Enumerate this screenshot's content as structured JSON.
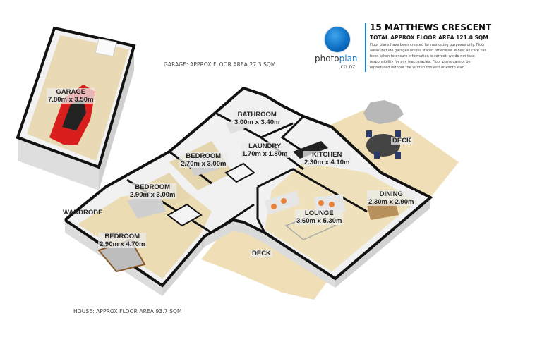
{
  "header": {
    "title": "15 MATTHEWS CRESCENT",
    "subtitle": "TOTAL APPROX FLOOR AREA 121.0 SQM",
    "disclaimer": "Floor plans have been created for marketing purposes only. Floor areas include garages unless stated otherwise. Whilst all care has been taken to ensure information is correct, we do not take responsibility for any inaccuracies. Floor plans cannot be reproduced without the written consent of Photo Plan.",
    "logo": {
      "icon": "house-globe-icon",
      "brand_part1": "photo",
      "brand_part2": "plan",
      "domain": ".co.nz"
    }
  },
  "area_notes": {
    "garage": "GARAGE: APPROX FLOOR AREA 27.3 SQM",
    "house": "HOUSE: APPROX FLOOR AREA 93.7 SQM"
  },
  "rooms": [
    {
      "name": "GARAGE",
      "size": "7.80m x 3.50m"
    },
    {
      "name": "BATHROOM",
      "size": "3.00m x 3.40m"
    },
    {
      "name": "LAUNDRY",
      "size": "1.70m x 1.80m"
    },
    {
      "name": "KITCHEN",
      "size": "2.30m x 4.10m"
    },
    {
      "name": "BEDROOM",
      "size": "2.70m x 3.00m"
    },
    {
      "name": "BEDROOM",
      "size": "2.90m x 3.00m"
    },
    {
      "name": "BEDROOM",
      "size": "2.90m x 4.70m"
    },
    {
      "name": "LOUNGE",
      "size": "3.60m x 5.30m"
    },
    {
      "name": "DINING",
      "size": "2.30m x 2.90m"
    },
    {
      "name": "DECK",
      "size": ""
    },
    {
      "name": "DECK",
      "size": ""
    },
    {
      "name": "WARDROBE",
      "size": ""
    }
  ],
  "colors": {
    "brand_blue": "#1a7fd0",
    "floor": "#ecdcb4",
    "deck": "#f0dfb6",
    "wall_top": "#111111",
    "wall_face": "#e2e2e2",
    "car": "#d91e1e"
  }
}
